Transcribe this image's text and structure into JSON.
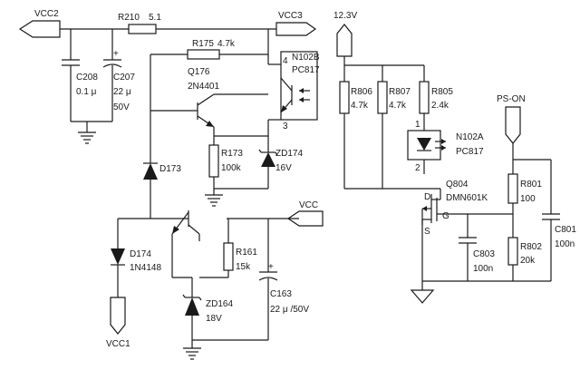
{
  "nets": {
    "vcc2": "VCC2",
    "vcc3": "VCC3",
    "vcc": "VCC",
    "vcc1": "VCC1",
    "v12": "12.3V",
    "ps_on": "PS-ON"
  },
  "parts": {
    "r210": {
      "ref": "R210",
      "value": "5.1"
    },
    "r175": {
      "ref": "R175",
      "value": "4.7k"
    },
    "c208": {
      "ref": "C208",
      "value": "0.1 μ"
    },
    "c207": {
      "ref": "C207",
      "value": "22 μ",
      "rating": "50V"
    },
    "q176": {
      "ref": "Q176",
      "value": "2N4401"
    },
    "n102b": {
      "ref": "N102B",
      "value": "PC817",
      "pin4": "4",
      "pin3": "3"
    },
    "d173": {
      "ref": "D173"
    },
    "r173": {
      "ref": "R173",
      "value": "100k"
    },
    "zd174": {
      "ref": "ZD174",
      "value": "16V"
    },
    "d174": {
      "ref": "D174",
      "value": "1N4148"
    },
    "r161": {
      "ref": "R161",
      "value": "15k"
    },
    "c163": {
      "ref": "C163",
      "value": "22 μ /50V"
    },
    "zd164": {
      "ref": "ZD164",
      "value": "18V"
    },
    "r806": {
      "ref": "R806",
      "value": "4.7k"
    },
    "r807": {
      "ref": "R807",
      "value": "4.7k"
    },
    "r805": {
      "ref": "R805",
      "value": "2.4k"
    },
    "n102a": {
      "ref": "N102A",
      "value": "PC817",
      "pin1": "1",
      "pin2": "2"
    },
    "q804": {
      "ref": "Q804",
      "value": "DMN601K",
      "pin_d": "D",
      "pin_g": "G",
      "pin_s": "S"
    },
    "r801": {
      "ref": "R801",
      "value": "100"
    },
    "r802": {
      "ref": "R802",
      "value": "20k"
    },
    "c803": {
      "ref": "C803",
      "value": "100n"
    },
    "c801": {
      "ref": "C801",
      "value": "100n"
    }
  }
}
